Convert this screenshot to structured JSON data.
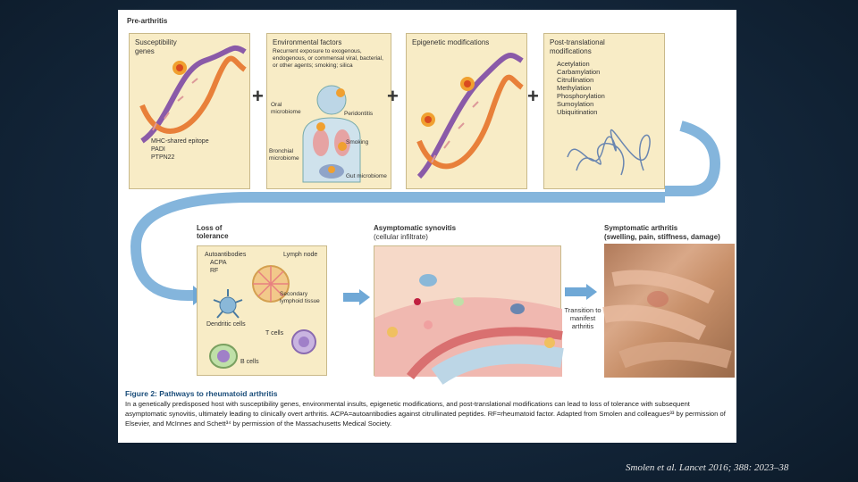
{
  "figure": {
    "pre_title": "Pre-arthritis",
    "panels": [
      {
        "title": "Susceptibility genes",
        "genes": [
          "MHC-shared epitope",
          "PADI",
          "PTPN22"
        ]
      },
      {
        "title": "Environmental factors",
        "description": "Recurrent exposure to exogenous, endogenous, or commensal viral, bacterial, or other agents; smoking; silica",
        "labels": {
          "oral": "Oral microbiome",
          "perio": "Peridontitis",
          "smoking": "Smoking",
          "bronchial": "Bronchial microbiome",
          "gut": "Gut microbiome"
        }
      },
      {
        "title": "Epigenetic modifications"
      },
      {
        "title": "Post-translational modifications",
        "items": [
          "Acetylation",
          "Carbamylation",
          "Citrullination",
          "Methylation",
          "Phosphorylation",
          "Sumoylation",
          "Ubiquitination"
        ]
      }
    ],
    "plus": "+",
    "loss": {
      "title": "Loss of tolerance",
      "autoantibodies": "Autoantibodies",
      "acpa": "ACPA",
      "rf": "RF",
      "lymph_node": "Lymph node",
      "secondary": "Secondary lymphoid tissue",
      "dendritic": "Dendritic cells",
      "tcells": "T cells",
      "bcells": "B cells"
    },
    "synovitis": {
      "title": "Asymptomatic synovitis",
      "subtitle": "(cellular infiltrate)"
    },
    "transition": "Transition to manifest arthritis",
    "symptomatic": {
      "title": "Symptomatic arthritis",
      "subtitle": "(swelling, pain, stiffness, damage)"
    },
    "caption": {
      "label": "Figure 2: Pathways to rheumatoid arthritis",
      "text": "In a genetically predisposed host with susceptibility genes, environmental insults, epigenetic modifications, and post-translational modifications can lead to loss of tolerance with subsequent asymptomatic synovitis, ultimately leading to clinically overt arthritis. ACPA=autoantibodies against citrullinated peptides. RF=rheumatoid factor. Adapted from Smolen and colleagues³³ by permission of Elsevier, and McInnes and Schett³⁴ by permission of the Massachusetts Medical Society."
    }
  },
  "citation": "Smolen et al. Lancet 2016; 388: 2023–38",
  "colors": {
    "panel": "#f8ecc6",
    "arrow": "#6fa8d6",
    "dna_purple": "#8a5aa8",
    "dna_orange": "#e8803a"
  }
}
